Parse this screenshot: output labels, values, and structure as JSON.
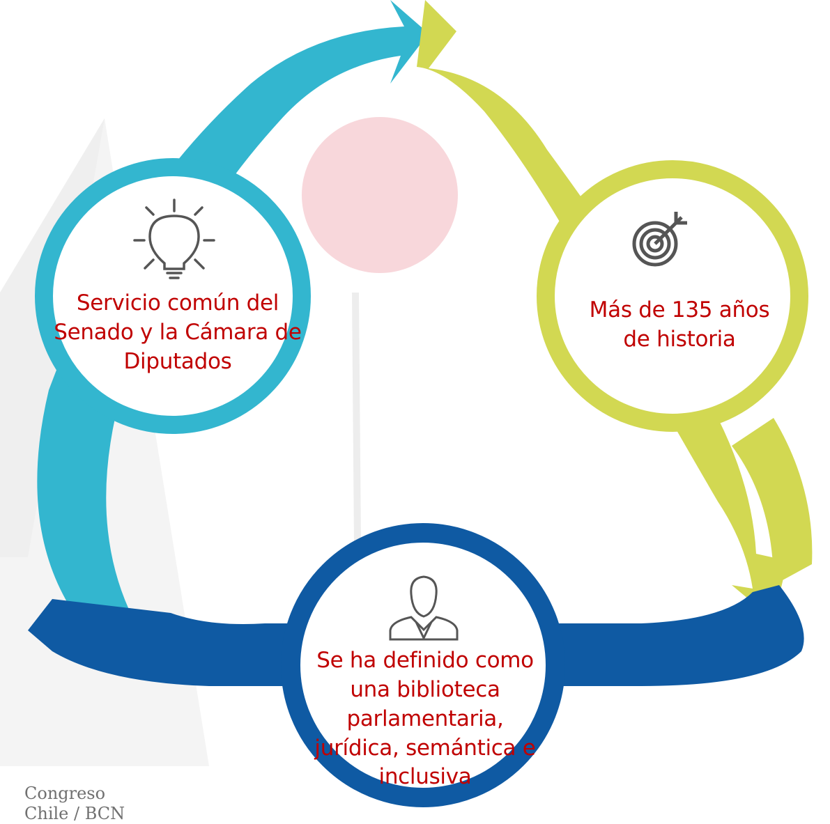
{
  "items": {
    "left": {
      "icon": "lightbulb-icon",
      "lines": [
        "Servicio común del",
        "Senado y la Cámara de",
        "Diputados"
      ]
    },
    "right": {
      "icon": "target-icon",
      "lines": [
        "Más de 135 años",
        "de historia"
      ]
    },
    "bottom": {
      "icon": "person-icon",
      "lines": [
        "Se ha definido como",
        "una biblioteca",
        "parlamentaria,",
        "jurídica, semántica e",
        "inclusiva"
      ]
    }
  },
  "logo": {
    "lines": [
      "Congreso",
      "Chile / BCN"
    ]
  },
  "colors": {
    "cyan": "#33b6cf",
    "lime": "#d2d852",
    "blue": "#0f5aa3",
    "text": "#c00000",
    "icon": "#555555",
    "accent_circle": "#f8d7db"
  }
}
